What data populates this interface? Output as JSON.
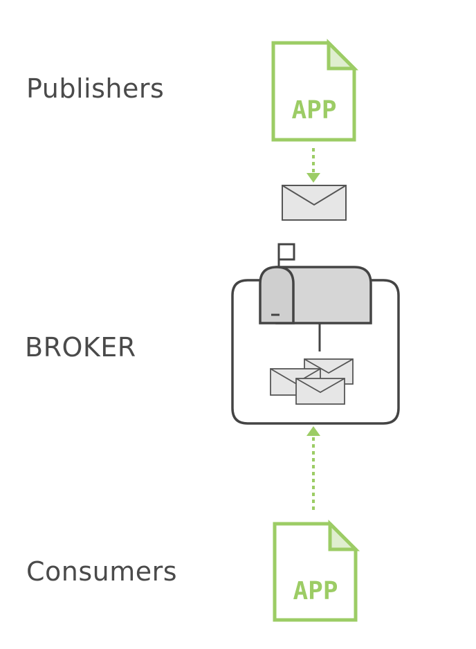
{
  "labels": {
    "publishers": "Publishers",
    "broker": "BROKER",
    "consumers": "Consumers"
  },
  "publisher_app": {
    "text": "APP"
  },
  "consumer_app": {
    "text": "APP"
  },
  "colors": {
    "accent_green": "#9ccc65",
    "text_gray": "#4a4a4a",
    "line_dark": "#555555",
    "envelope_fill": "#e6e6e6",
    "mailbox_fill": "#d6d6d6"
  },
  "icons": [
    "document-icon",
    "envelope-icon",
    "mailbox-icon",
    "arrow-down-icon",
    "arrow-up-icon"
  ]
}
